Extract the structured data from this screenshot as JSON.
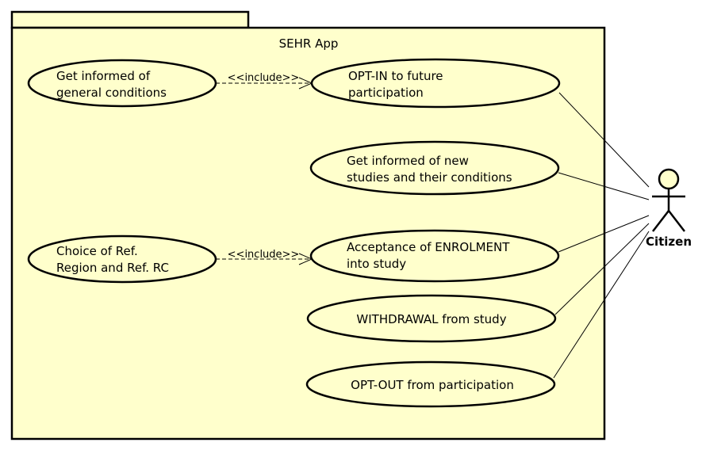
{
  "package": {
    "title": "SEHR App"
  },
  "actor": {
    "name": "Citizen"
  },
  "include_label": "<<include>>",
  "use_cases": {
    "get_informed_general": [
      "Get informed of",
      "general conditions"
    ],
    "opt_in": [
      "OPT-IN to future",
      "participation"
    ],
    "get_informed_new_studies": [
      "Get informed of new",
      "studies and their conditions"
    ],
    "choice_region": [
      "Choice of Ref.",
      "Region and Ref. RC"
    ],
    "acceptance_enrolment": [
      "Acceptance of ENROLMENT",
      "into study"
    ],
    "withdrawal": [
      "WITHDRAWAL from study"
    ],
    "opt_out": [
      "OPT-OUT from participation"
    ]
  },
  "colors": {
    "fill": "#FFFFCC",
    "stroke": "#000000"
  }
}
